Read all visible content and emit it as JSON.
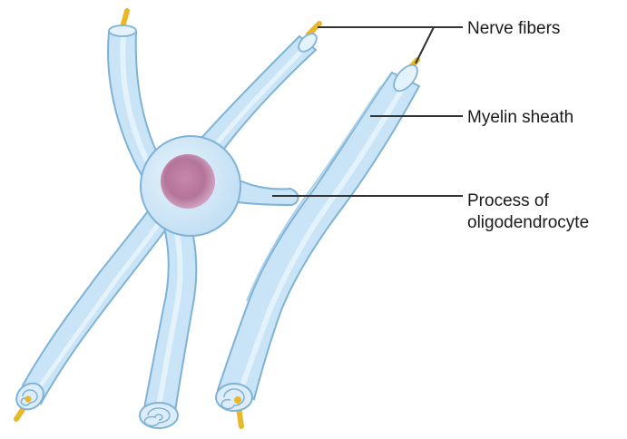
{
  "labels": {
    "nerve_fibers": "Nerve fibers",
    "myelin_sheath": "Myelin sheath",
    "process_line1": "Process of",
    "process_line2": "oligodendrocyte"
  },
  "colors": {
    "sheath_fill": "#c8e4f6",
    "sheath_light": "#e4f2fc",
    "sheath_stroke": "#7fb3d6",
    "sheath_shadow": "#a9cfea",
    "axon": "#e8b829",
    "axon_stroke": "#b98a10",
    "cell_body": "#d2e9f8",
    "nucleus": "#b0678f",
    "leader_line": "#333333"
  }
}
